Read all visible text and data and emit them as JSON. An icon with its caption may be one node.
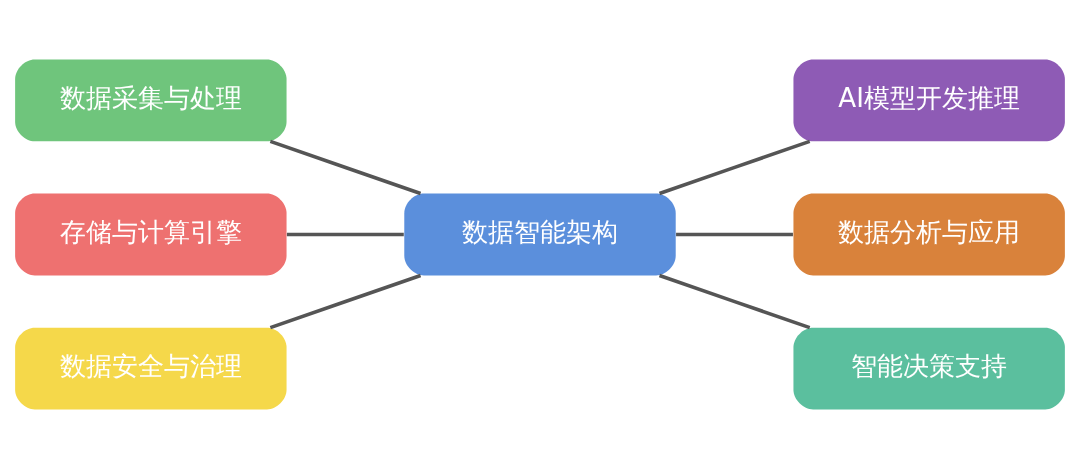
{
  "diagram": {
    "nodes": [
      {
        "text": [
          "数据智能架构"
        ]
      },
      {
        "text": [
          "数据采集与处理"
        ]
      },
      {
        "text": [
          "AI模型开发推理"
        ]
      },
      {
        "text": [
          "存储与计算引擎"
        ]
      },
      {
        "text": [
          "数据分析与应用"
        ]
      },
      {
        "text": [
          "数据安全与治理"
        ]
      },
      {
        "text": [
          "智能决策支持"
        ]
      }
    ],
    "edges": [
      {
        "from": 1,
        "to": 0,
        "arrow": "none"
      },
      {
        "from": 0,
        "to": 2,
        "arrow": "none"
      },
      {
        "from": 3,
        "to": 0,
        "arrow": "none"
      },
      {
        "from": 0,
        "to": 4,
        "arrow": "none"
      },
      {
        "from": 5,
        "to": 0,
        "arrow": "none"
      },
      {
        "from": 0,
        "to": 6,
        "arrow": "none"
      }
    ]
  }
}
